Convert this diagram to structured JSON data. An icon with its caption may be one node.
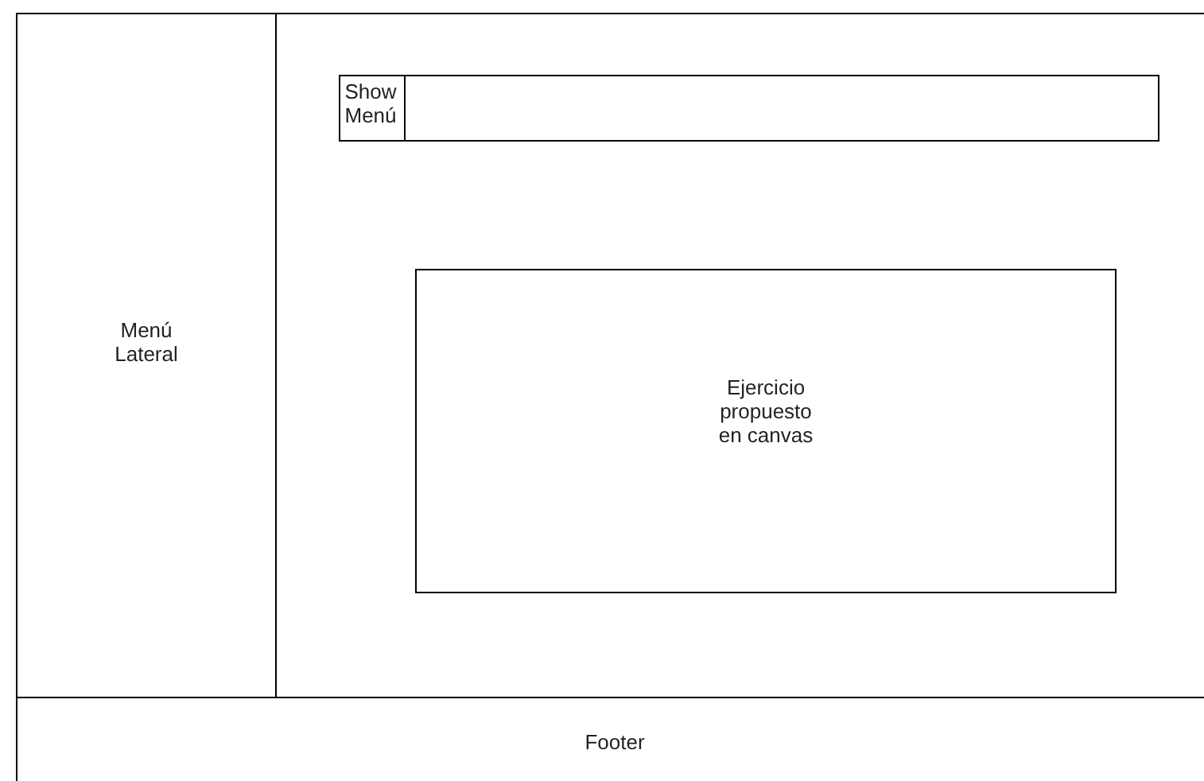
{
  "diagram": {
    "nodes": [
      {
        "text": [
          "Menú Lateral"
        ]
      },
      {
        "text": [],
        "shape": "box"
      },
      {
        "text": [],
        "shape": "box",
        "in": 1
      },
      {
        "text": [
          "Show Menú"
        ],
        "in": 2
      },
      {
        "text": [
          "Ejercicio propuesto en canvas"
        ],
        "in": 1
      },
      {
        "text": [
          "Footer"
        ]
      }
    ]
  }
}
